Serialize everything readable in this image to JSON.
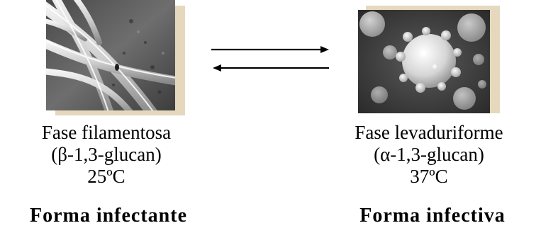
{
  "left": {
    "phase_name": "Fase filamentosa",
    "glucan": "(β-1,3-glucan)",
    "temperature": "25ºC",
    "form": "Forma infectante"
  },
  "right": {
    "phase_name": "Fase levaduriforme",
    "glucan": "(α-1,3-glucan)",
    "temperature": "37ºC",
    "form": "Forma infectiva"
  },
  "colors": {
    "frame": "#e6d8bd",
    "arrow": "#000000"
  },
  "icons": {
    "left_image": "filamentous-hyphae-micrograph",
    "right_image": "yeast-cell-micrograph",
    "arrows": "reversible-equilibrium-arrows"
  }
}
